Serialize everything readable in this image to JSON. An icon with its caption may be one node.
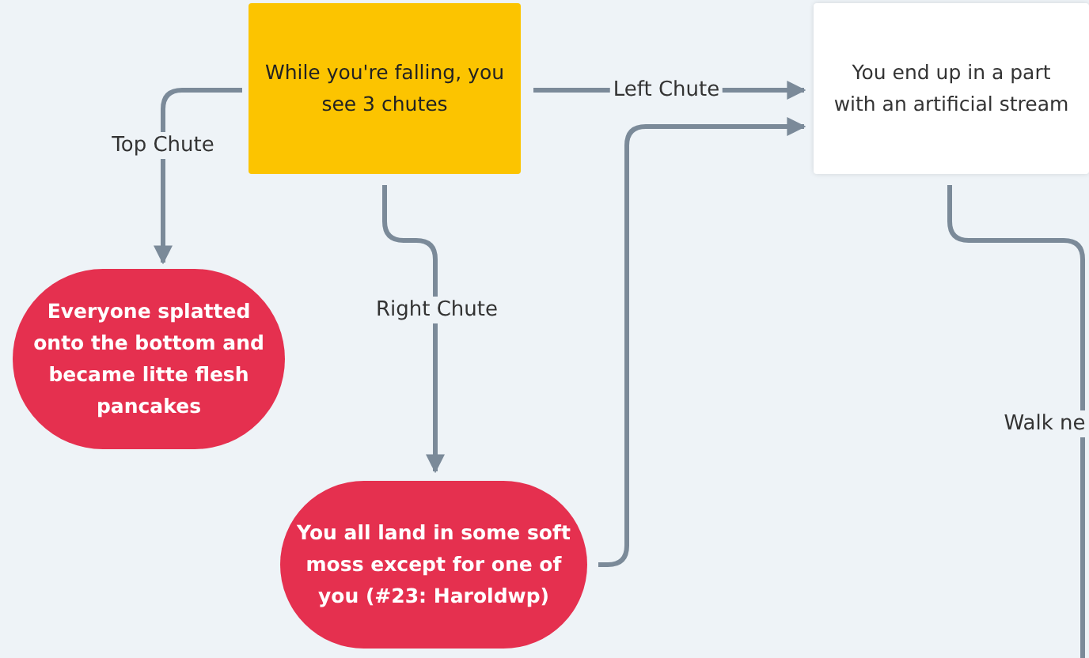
{
  "diagram": {
    "nodes": [
      {
        "text": [
          "While you're falling, you see 3 chutes"
        ]
      },
      {
        "text": [
          "You end up in a part with an artificial stream"
        ]
      },
      {
        "text": [
          "Everyone splatted onto the bottom and became litte flesh pancakes"
        ]
      },
      {
        "text": [
          "You all land in some soft moss except for one of you (#23: Haroldwp)"
        ]
      }
    ],
    "edges": [
      {
        "from": 0,
        "to": 2,
        "arrow": "to",
        "label": "Top Chute"
      },
      {
        "from": 0,
        "to": 1,
        "arrow": "to",
        "label": "Left Chute"
      },
      {
        "from": 0,
        "to": 3,
        "arrow": "to",
        "label": "Right Chute"
      },
      {
        "from": 3,
        "to": 1,
        "arrow": "to"
      },
      {
        "from": 1,
        "to": null,
        "arrow": "none",
        "label": "Walk ne"
      }
    ]
  }
}
